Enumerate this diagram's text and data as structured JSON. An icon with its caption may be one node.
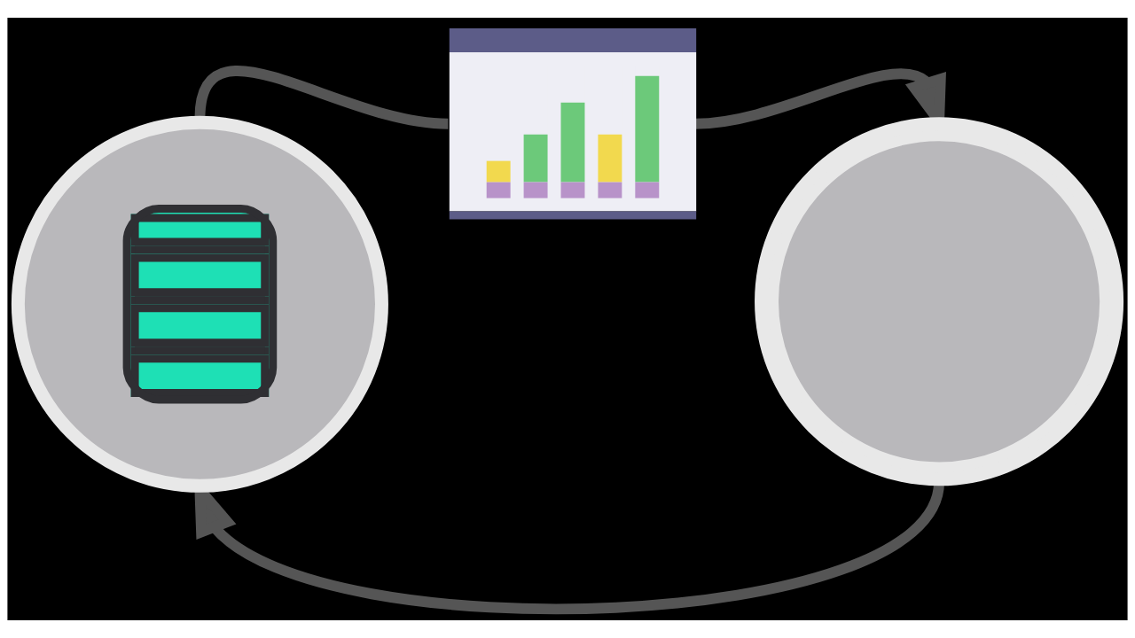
{
  "diagram": {
    "nodes": [
      {
        "text": [],
        "shape": "picture"
      },
      {
        "text": [],
        "shape": "picture"
      },
      {
        "text": [],
        "shape": "circle"
      }
    ],
    "edges": [
      {
        "from": 0,
        "to": 1,
        "arrow": "none"
      },
      {
        "from": 1,
        "to": 2,
        "arrow": "to"
      },
      {
        "from": 2,
        "to": 0,
        "arrow": "to"
      }
    ]
  }
}
